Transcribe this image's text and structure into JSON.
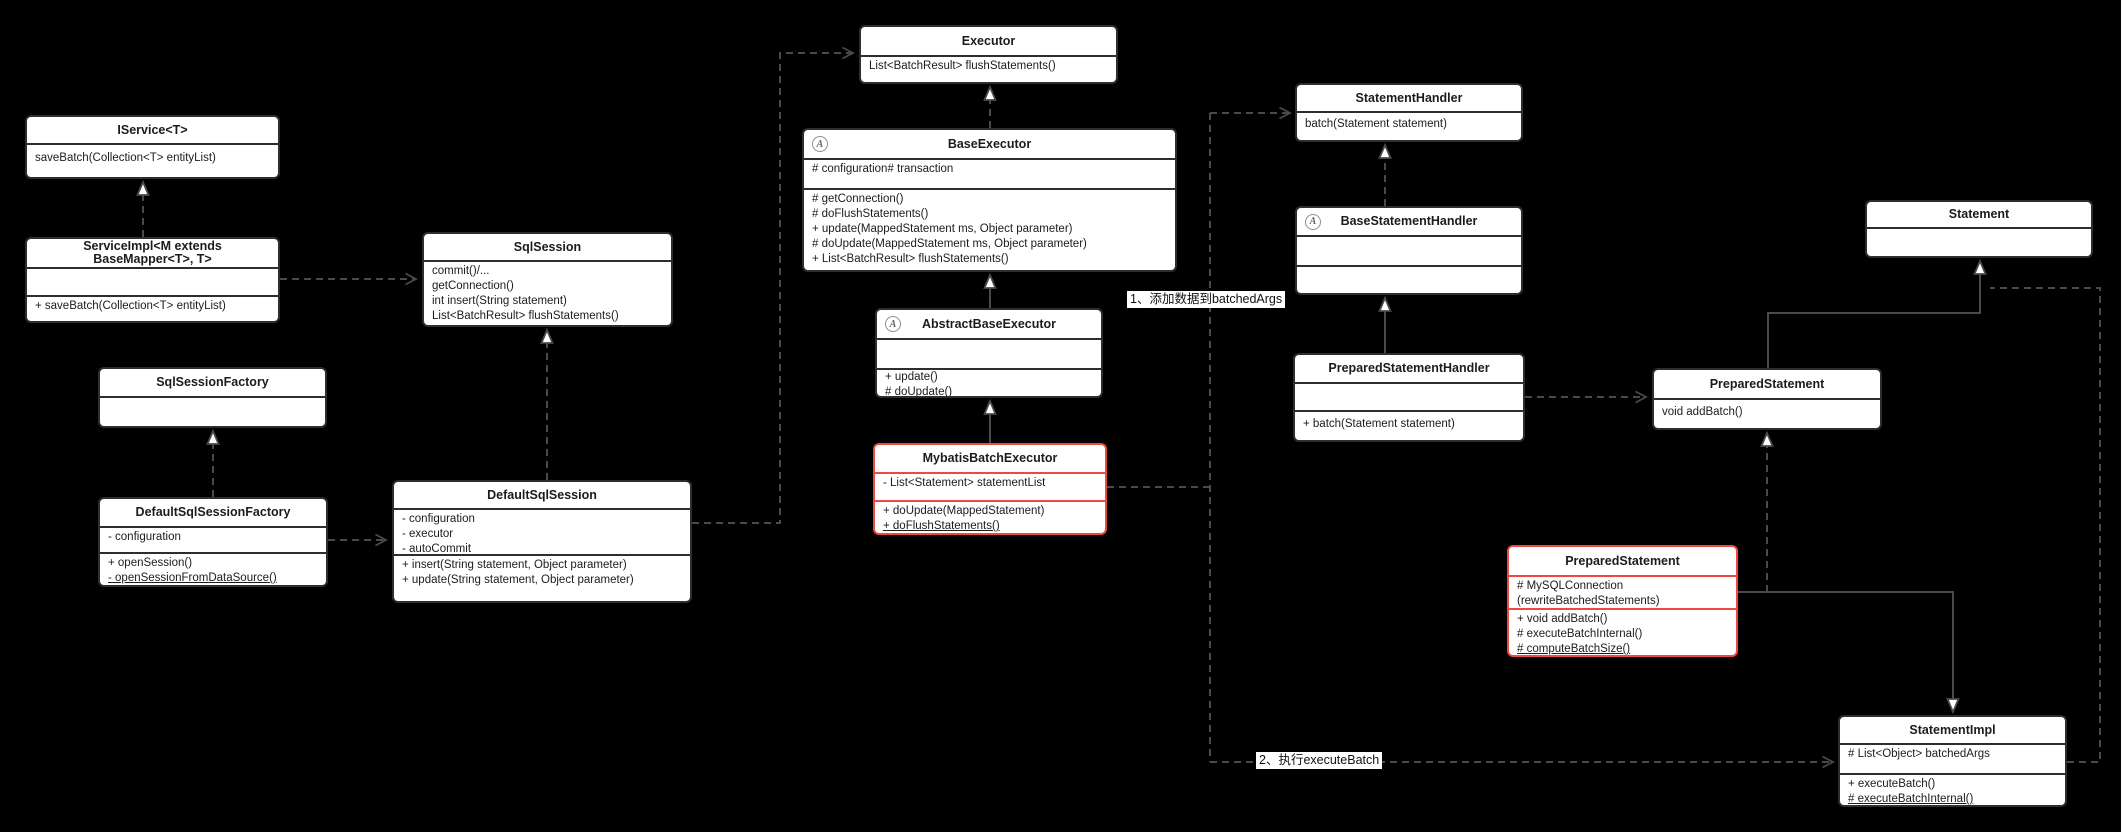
{
  "canvas": {
    "background": "#000000",
    "connector_color": "#4a4a4a",
    "box_border_color": "#2e2e2e",
    "highlight_border_color": "#f0483e",
    "text_color": "#1c1c1c"
  },
  "abstract_marker": "A",
  "labels": {
    "step1": "1、添加数据到batchedArgs",
    "step2": "2、执行executeBatch"
  },
  "classes": {
    "iservice": {
      "title": "IService<T>",
      "methods": [
        "saveBatch(Collection<T> entityList)"
      ]
    },
    "serviceImpl": {
      "title": "ServiceImpl<M extends BaseMapper<T>, T>",
      "methods": [
        "+ saveBatch(Collection<T> entityList)"
      ]
    },
    "sqlSession": {
      "title": "SqlSession",
      "methods": [
        "commit()/...",
        "getConnection()",
        "int insert(String statement)",
        "List<BatchResult> flushStatements()"
      ]
    },
    "sqlSessionFactory": {
      "title": "SqlSessionFactory"
    },
    "defaultSqlSessionFactory": {
      "title": "DefaultSqlSessionFactory",
      "attrs": [
        "- configuration"
      ],
      "methods": [
        "+ openSession()",
        "- openSessionFromDataSource()"
      ]
    },
    "defaultSqlSession": {
      "title": "DefaultSqlSession",
      "attrs": [
        "- configuration",
        "- executor",
        "- autoCommit"
      ],
      "methods": [
        "+ insert(String statement, Object parameter)",
        "+ update(String statement, Object parameter)"
      ]
    },
    "executor": {
      "title": "Executor",
      "methods": [
        "List<BatchResult> flushStatements()"
      ]
    },
    "baseExecutor": {
      "title": "BaseExecutor",
      "abstract": true,
      "attrs": [
        "# configuration# transaction"
      ],
      "methods": [
        "# getConnection()",
        "# doFlushStatements()",
        "+ update(MappedStatement ms, Object parameter)",
        "# doUpdate(MappedStatement ms, Object parameter)",
        "+ List<BatchResult> flushStatements()"
      ]
    },
    "abstractBaseExecutor": {
      "title": "AbstractBaseExecutor",
      "abstract": true,
      "methods": [
        "+ update()",
        "# doUpdate()"
      ]
    },
    "mybatisBatchExecutor": {
      "title": "MybatisBatchExecutor",
      "highlighted": true,
      "attrs": [
        "- List<Statement> statementList"
      ],
      "methods": [
        "+ doUpdate(MappedStatement)",
        "+ doFlushStatements()"
      ]
    },
    "statementHandler": {
      "title": "StatementHandler",
      "methods": [
        "batch(Statement statement)"
      ]
    },
    "baseStatementHandler": {
      "title": "BaseStatementHandler",
      "abstract": true
    },
    "preparedStatementHandler": {
      "title": "PreparedStatementHandler",
      "methods": [
        "+ batch(Statement statement)"
      ]
    },
    "preparedStatement": {
      "title": "PreparedStatement",
      "methods": [
        "void addBatch()"
      ]
    },
    "statement": {
      "title": "Statement"
    },
    "preparedStatementMysql": {
      "title": "PreparedStatement",
      "highlighted": true,
      "attrs": [
        "# MySQLConnection",
        "(rewriteBatchedStatements)"
      ],
      "methods": [
        "+ void addBatch()",
        "# executeBatchInternal()",
        "# computeBatchSize()"
      ]
    },
    "statementImpl": {
      "title": "StatementImpl",
      "attrs": [
        "# List<Object> batchedArgs"
      ],
      "methods": [
        "+ executeBatch()",
        "# executeBatchInternal()"
      ]
    }
  }
}
